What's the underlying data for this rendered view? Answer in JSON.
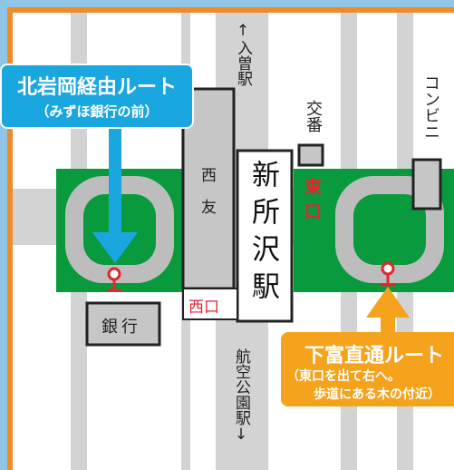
{
  "station": {
    "name": "新所沢駅",
    "east_exit": "東口",
    "west_exit": "西口",
    "building": "西友"
  },
  "places": {
    "bank": "銀行",
    "koban": "交番",
    "convenience": "コンビニ"
  },
  "directions": {
    "north": "↑入曽駅",
    "south": "航空公園駅↓"
  },
  "routes": {
    "kitaiwaoka": {
      "title": "北岩岡経由ルート",
      "note": "（みずほ銀行の前）"
    },
    "shimotomi": {
      "title": "下富直通ルート",
      "note1": "（東口を出て右へ。",
      "note2": "歩道にある木の付近）"
    }
  },
  "colors": {
    "frame": "#f08a2a",
    "road": "#d3d3d3",
    "green": "#0a9a3e",
    "blue_callout": "#1aa7df",
    "orange_callout": "#f5a21c",
    "pin": "#e0262f"
  }
}
